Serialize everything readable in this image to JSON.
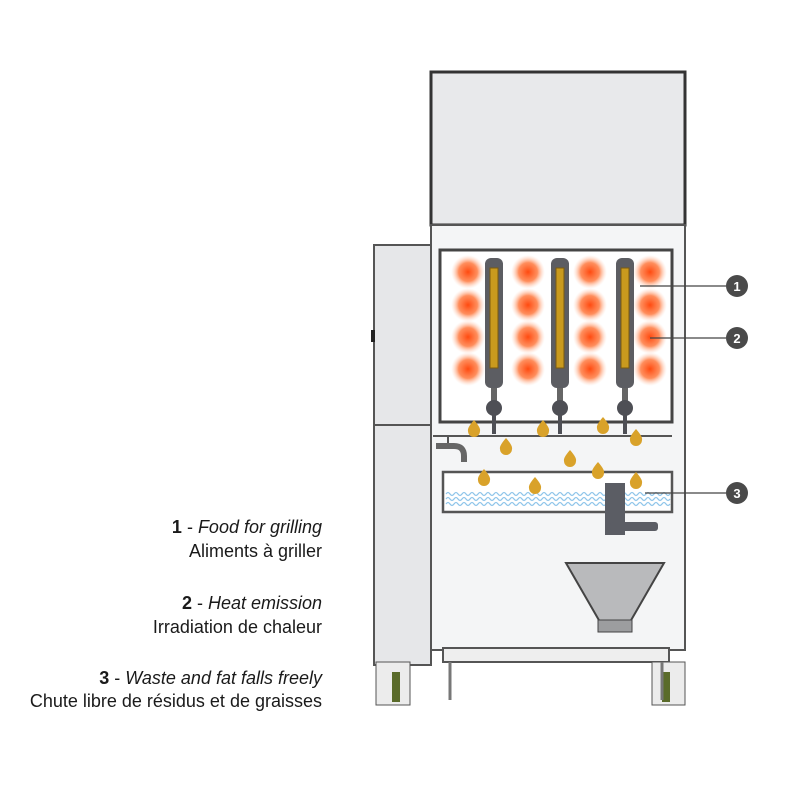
{
  "legend": [
    {
      "number": "1",
      "sep": " - ",
      "english": "Food for grilling",
      "french": "Aliments à griller"
    },
    {
      "number": "2",
      "sep": " - ",
      "english": "Heat emission",
      "french": "Irradiation de chaleur"
    },
    {
      "number": "3",
      "sep": " - ",
      "english": "Waste and fat falls freely",
      "french": "Chute libre de résidus et de graisses"
    }
  ],
  "callouts": [
    "1",
    "2",
    "3"
  ],
  "colors": {
    "heat": "#ff5a1a",
    "fat": "#d9a22a",
    "body": "#e8e9eb",
    "outline": "#3a3a3a",
    "water": "#a9d4ef",
    "callout": "#4a4a4a"
  }
}
